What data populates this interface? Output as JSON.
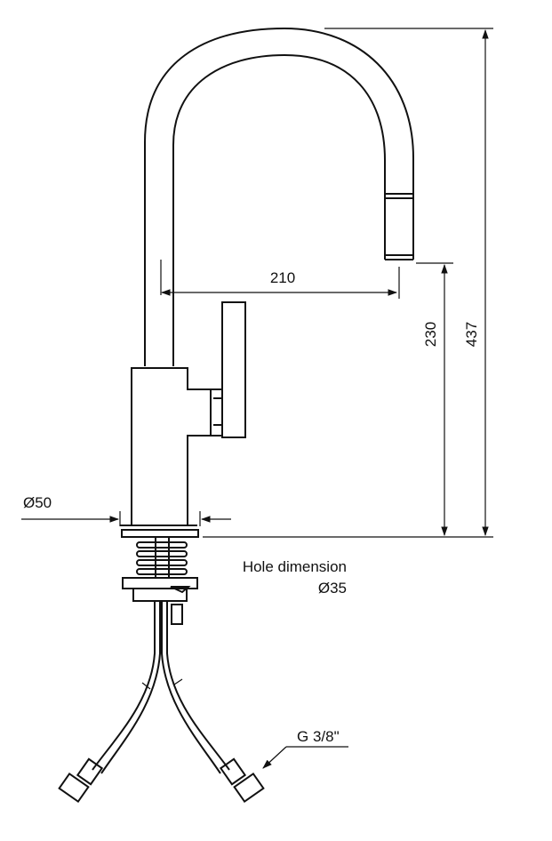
{
  "dimensions": {
    "reach": "210",
    "spout_height": "230",
    "total_height": "437",
    "base_diameter": "Ø50"
  },
  "notes": {
    "hole_dimension_label": "Hole dimension",
    "hole_dimension_value": "Ø35",
    "connection_thread": "G 3/8\""
  },
  "colors": {
    "line": "#111111",
    "background": "#ffffff"
  }
}
